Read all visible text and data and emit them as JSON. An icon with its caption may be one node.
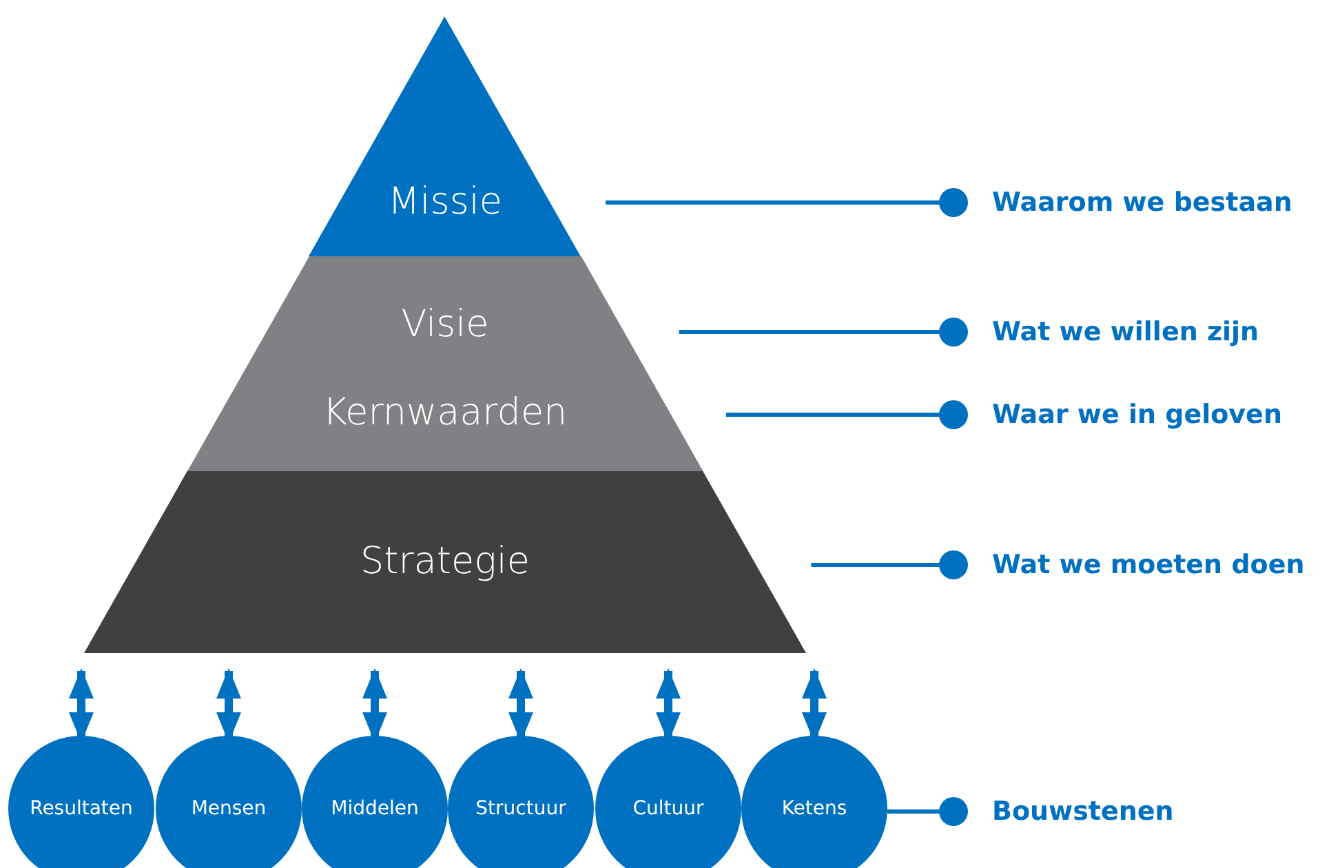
{
  "diagram": {
    "nodes": [
      {
        "text": [
          "Missie"
        ]
      },
      {
        "text": [
          "Visie",
          "Kernwaarden"
        ]
      },
      {
        "text": [
          "Strategie"
        ]
      },
      {
        "text": [
          "Resultaten"
        ]
      },
      {
        "text": [
          "Mensen"
        ]
      },
      {
        "text": [
          "Middelen"
        ]
      },
      {
        "text": [
          "Structuur"
        ]
      },
      {
        "text": [
          "Cultuur"
        ]
      },
      {
        "text": [
          "Ketens"
        ]
      },
      {
        "text": [
          "Waarom we bestaan"
        ]
      },
      {
        "text": [
          "Wat we willen zijn"
        ]
      },
      {
        "text": [
          "Waar we in geloven"
        ]
      },
      {
        "text": [
          "Wat we moeten doen"
        ]
      },
      {
        "text": [
          "Bouwstenen"
        ]
      }
    ],
    "edges": [
      {
        "from": 2,
        "to": 3,
        "arrow": "both"
      },
      {
        "from": 2,
        "to": 4,
        "arrow": "both"
      },
      {
        "from": 2,
        "to": 5,
        "arrow": "both"
      },
      {
        "from": 2,
        "to": 6,
        "arrow": "both"
      },
      {
        "from": 2,
        "to": 7,
        "arrow": "both"
      },
      {
        "from": 2,
        "to": 8,
        "arrow": "both"
      },
      {
        "from": 0,
        "to": 9,
        "arrow": "other"
      },
      {
        "from": 1,
        "to": 10,
        "arrow": "other"
      },
      {
        "from": 1,
        "to": 11,
        "arrow": "other"
      },
      {
        "from": 2,
        "to": 12,
        "arrow": "other"
      },
      {
        "from": 8,
        "to": 13,
        "arrow": "other"
      }
    ]
  }
}
